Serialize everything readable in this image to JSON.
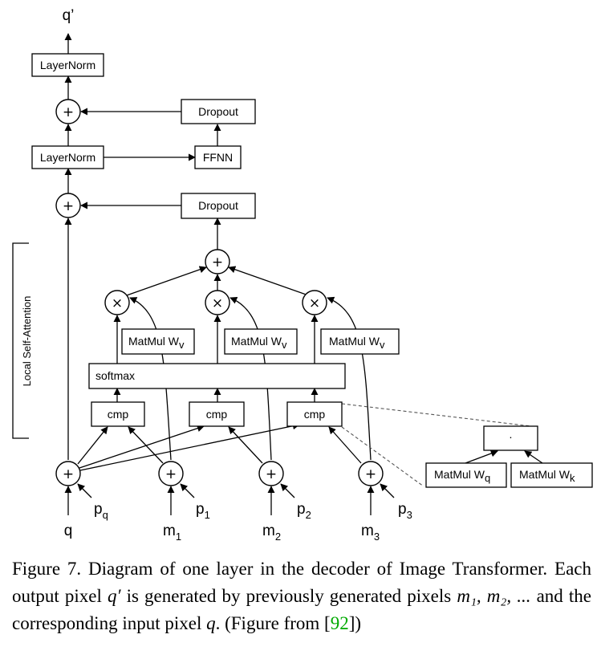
{
  "diagram": {
    "nodes": {
      "layernorm_top": "LayerNorm",
      "layernorm_mid": "LayerNorm",
      "dropout_top": "Dropout",
      "dropout_mid": "Dropout",
      "ffnn": "FFNN",
      "softmax": "softmax",
      "cmp": "cmp",
      "matmul_prefix": "MatMul W",
      "sub_v": "v",
      "sub_q": "q",
      "sub_k": "k",
      "dot": "·",
      "plus": "+",
      "times": "×"
    },
    "side_label": "Local Self-Attention",
    "output": "q’",
    "inputs": {
      "q": "q",
      "p": "p",
      "m": "m",
      "sub_q": "q",
      "sub_1": "1",
      "sub_2": "2",
      "sub_3": "3"
    }
  },
  "caption": {
    "prefix": "Figure 7. Diagram of one layer in the decoder of Image Transformer. Each output pixel ",
    "q_prime": "q′",
    "middle": " is generated by previously generated pixels ",
    "m_seq": "m₁, m₂, ...",
    "middle2": " and the corresponding input pixel ",
    "q": "q",
    "suffix_open": ". (Figure from [",
    "ref": "92",
    "suffix_close": "])"
  }
}
